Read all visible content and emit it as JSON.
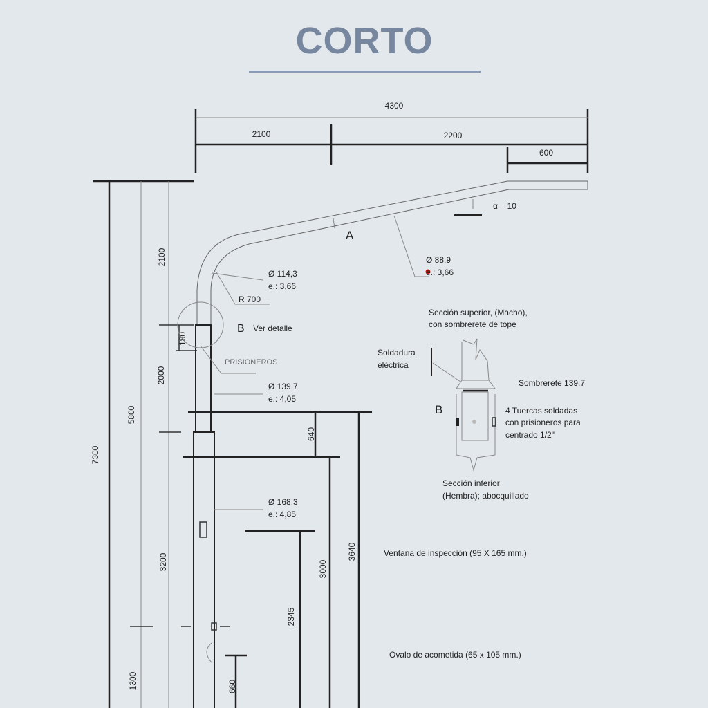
{
  "title": "CORTO",
  "dimensions": {
    "total_arm": "4300",
    "arm_left": "2100",
    "arm_right": "2200",
    "arm_tip": "600",
    "total_height": "7300",
    "height_5800": "5800",
    "height_2100": "2100",
    "height_2000": "2000",
    "height_3200": "3200",
    "height_1300": "1300",
    "height_180": "180",
    "height_640": "640",
    "height_3000": "3000",
    "height_3640": "3640",
    "height_2345": "2345",
    "height_660": "660"
  },
  "labels": {
    "angle": "α = 10",
    "section_a": "A",
    "arm_diameter": "Ø 88,9",
    "arm_thickness": "e.: 3,66",
    "bend_diameter": "Ø 114,3",
    "bend_thickness": "e.: 3,66",
    "radius": "R 700",
    "detail_b": "B",
    "detail_b_ref": "Ver detalle",
    "prisioneros": "PRISIONEROS",
    "upper_diameter": "Ø 139,7",
    "upper_thickness": "e.: 4,05",
    "lower_diameter": "Ø 168,3",
    "lower_thickness": "e.: 4,85",
    "inspection_window": "Ventana de inspección (95 X 165 mm.)",
    "oval": "Ovalo de acometida (65 x 105 mm.)"
  },
  "detail": {
    "upper_line1": "Sección superior,  (Macho),",
    "upper_line2": "con sombrerete de tope",
    "weld_line1": "Soldadura",
    "weld_line2": "eléctrica",
    "hat": "Sombrerete 139,7",
    "letter": "B",
    "nuts_line1": "4 Tuercas soldadas",
    "nuts_line2": "con prisioneros para",
    "nuts_line3": "centrado 1/2\"",
    "lower_line1": "Sección inferior",
    "lower_line2": "(Hembra); abocquillado"
  },
  "colors": {
    "title": "#76879f",
    "background": "#e3e8ec",
    "marker": "#d01010"
  }
}
